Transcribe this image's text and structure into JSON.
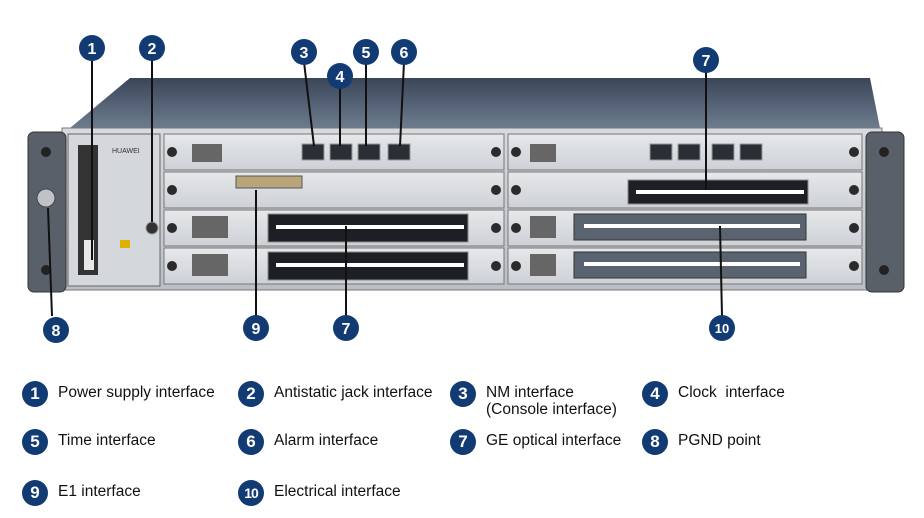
{
  "callouts": [
    "1",
    "2",
    "3",
    "4",
    "5",
    "6",
    "7",
    "8",
    "9",
    "7",
    "10"
  ],
  "legend": [
    {
      "num": "1",
      "label": "Power supply interface"
    },
    {
      "num": "2",
      "label": "Antistatic jack interface"
    },
    {
      "num": "3",
      "label": "NM interface",
      "sublabel": "(Console interface)"
    },
    {
      "num": "4",
      "label": "Clock  interface"
    },
    {
      "num": "5",
      "label": "Time interface"
    },
    {
      "num": "6",
      "label": "Alarm interface"
    },
    {
      "num": "7",
      "label": "GE optical interface"
    },
    {
      "num": "8",
      "label": "PGND point"
    },
    {
      "num": "9",
      "label": "E1 interface"
    },
    {
      "num": "10",
      "label": "Electrical interface"
    }
  ],
  "colors": {
    "badge": "#123b73",
    "chassis": "#c9ced4",
    "callout_line": "#111111"
  },
  "device": {
    "brand": "HUAWEI"
  }
}
